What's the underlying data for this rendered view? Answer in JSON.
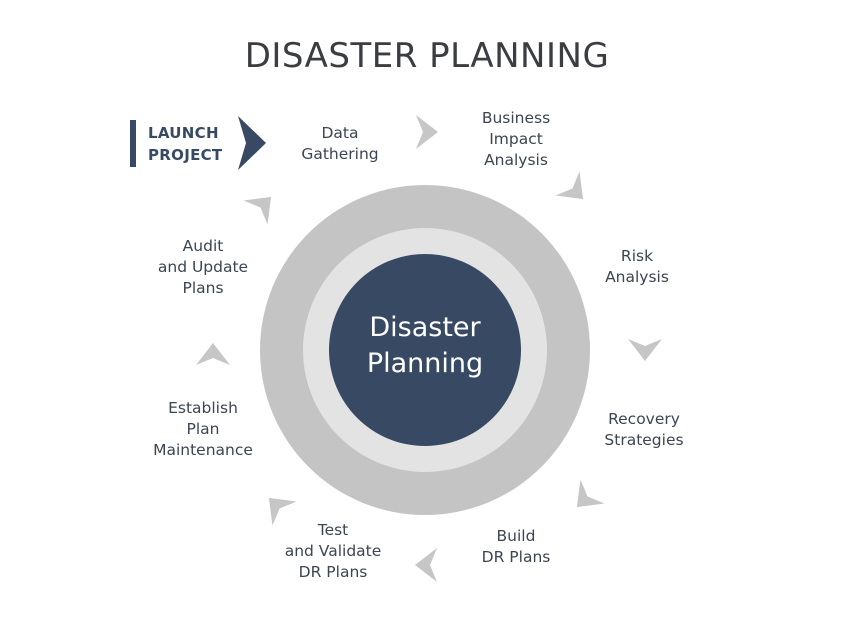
{
  "title": "DISASTER PLANNING",
  "center": {
    "line1": "Disaster",
    "line2": "Planning"
  },
  "launch": {
    "line1": "LAUNCH",
    "line2": "PROJECT"
  },
  "steps": [
    {
      "lines": [
        "Data",
        "Gathering"
      ]
    },
    {
      "lines": [
        "Business",
        "Impact",
        "Analysis"
      ]
    },
    {
      "lines": [
        "Risk",
        "Analysis"
      ]
    },
    {
      "lines": [
        "Recovery",
        "Strategies"
      ]
    },
    {
      "lines": [
        "Build",
        "DR Plans"
      ]
    },
    {
      "lines": [
        "Test",
        "and Validate",
        "DR Plans"
      ]
    },
    {
      "lines": [
        "Establish",
        "Plan",
        "Maintenance"
      ]
    },
    {
      "lines": [
        "Audit",
        "and Update",
        "Plans"
      ]
    }
  ],
  "colors": {
    "core": "#384a63",
    "outer_ring": "#c4c4c4",
    "inner_ring": "#e3e3e3",
    "arrows": "#c6c6c6",
    "text": "#3c4552"
  }
}
